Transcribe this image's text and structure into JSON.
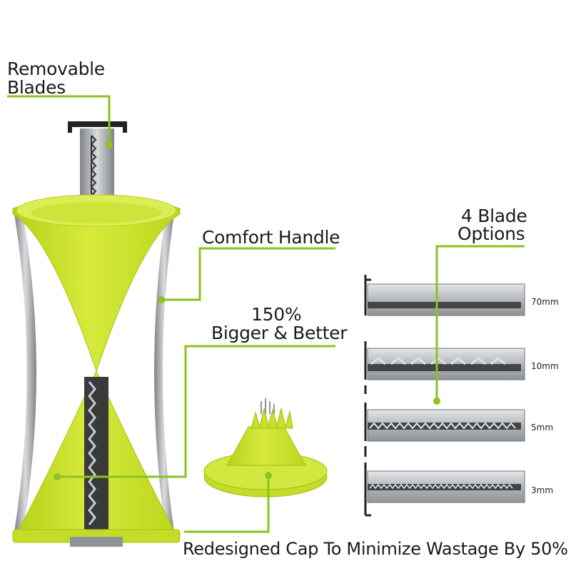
{
  "callouts": {
    "removable_blades_line1": "Removable",
    "removable_blades_line2": "Blades",
    "comfort_handle": "Comfort Handle",
    "bigger_line1": "150%",
    "bigger_line2": "Bigger & Better",
    "blade_options_line1": "4 Blade",
    "blade_options_line2": "Options",
    "cap": "Redesigned Cap To Minimize Wastage By 50%"
  },
  "blades": [
    {
      "size": "70mm",
      "pattern": "flat"
    },
    {
      "size": "10mm",
      "pattern": "wide-teeth"
    },
    {
      "size": "5mm",
      "pattern": "medium-teeth"
    },
    {
      "size": "3mm",
      "pattern": "fine-teeth"
    }
  ],
  "colors": {
    "product_green": "#c8e02c",
    "callout_line": "#8dc21f",
    "steel": "#b9bcc0"
  }
}
